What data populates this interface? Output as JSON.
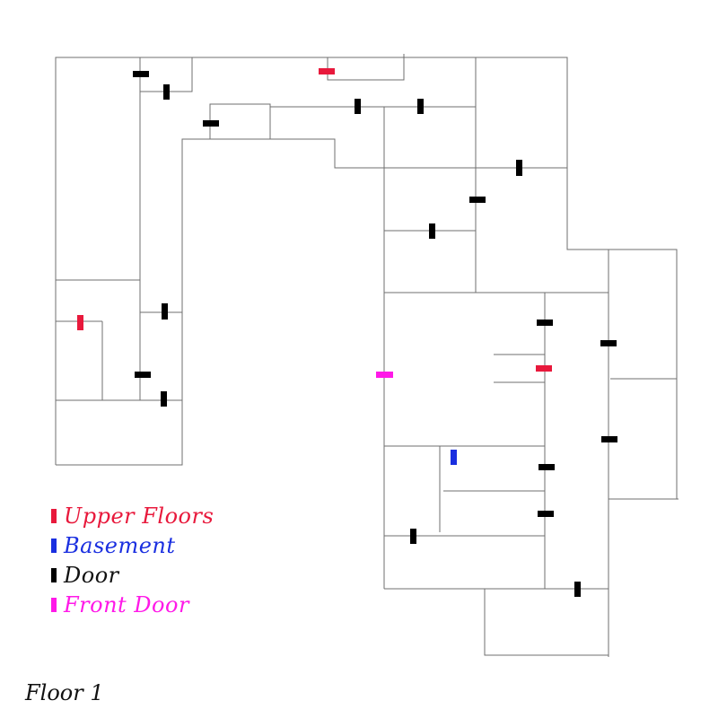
{
  "map": {
    "floor_label": "Floor 1",
    "legend": [
      {
        "key": "upper",
        "label": "Upper Floors",
        "color": "#e8193c"
      },
      {
        "key": "basement",
        "label": "Basement",
        "color": "#1a2fe0"
      },
      {
        "key": "door",
        "label": "Door",
        "color": "#000000"
      },
      {
        "key": "front",
        "label": "Front Door",
        "color": "#ff19e8"
      }
    ]
  }
}
